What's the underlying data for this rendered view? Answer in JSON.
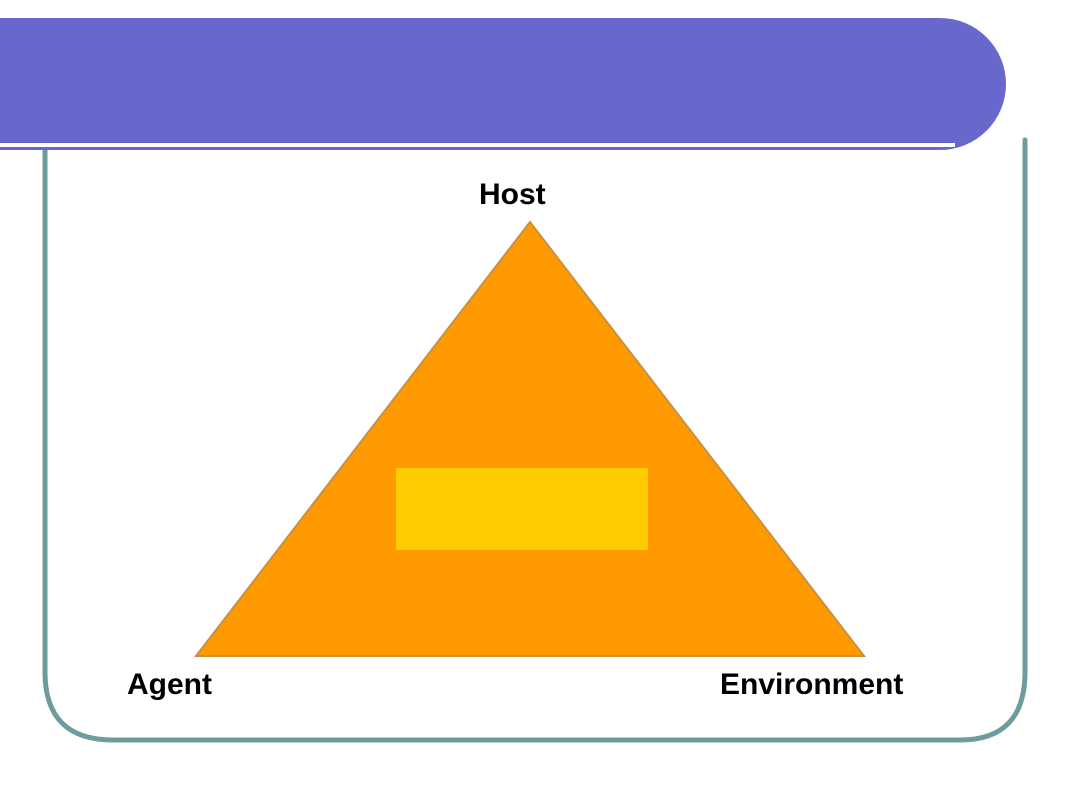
{
  "colors": {
    "header_band": "#6868CC",
    "frame_border": "#6E9C9C",
    "triangle_fill": "#FF9900",
    "triangle_stroke": "#C8913F",
    "center_box": "#FFCC00",
    "background": "#FFFFFF"
  },
  "diagram": {
    "vertices": {
      "top": "Host",
      "bottom_left": "Agent",
      "bottom_right": "Environment"
    },
    "center_label": ""
  }
}
